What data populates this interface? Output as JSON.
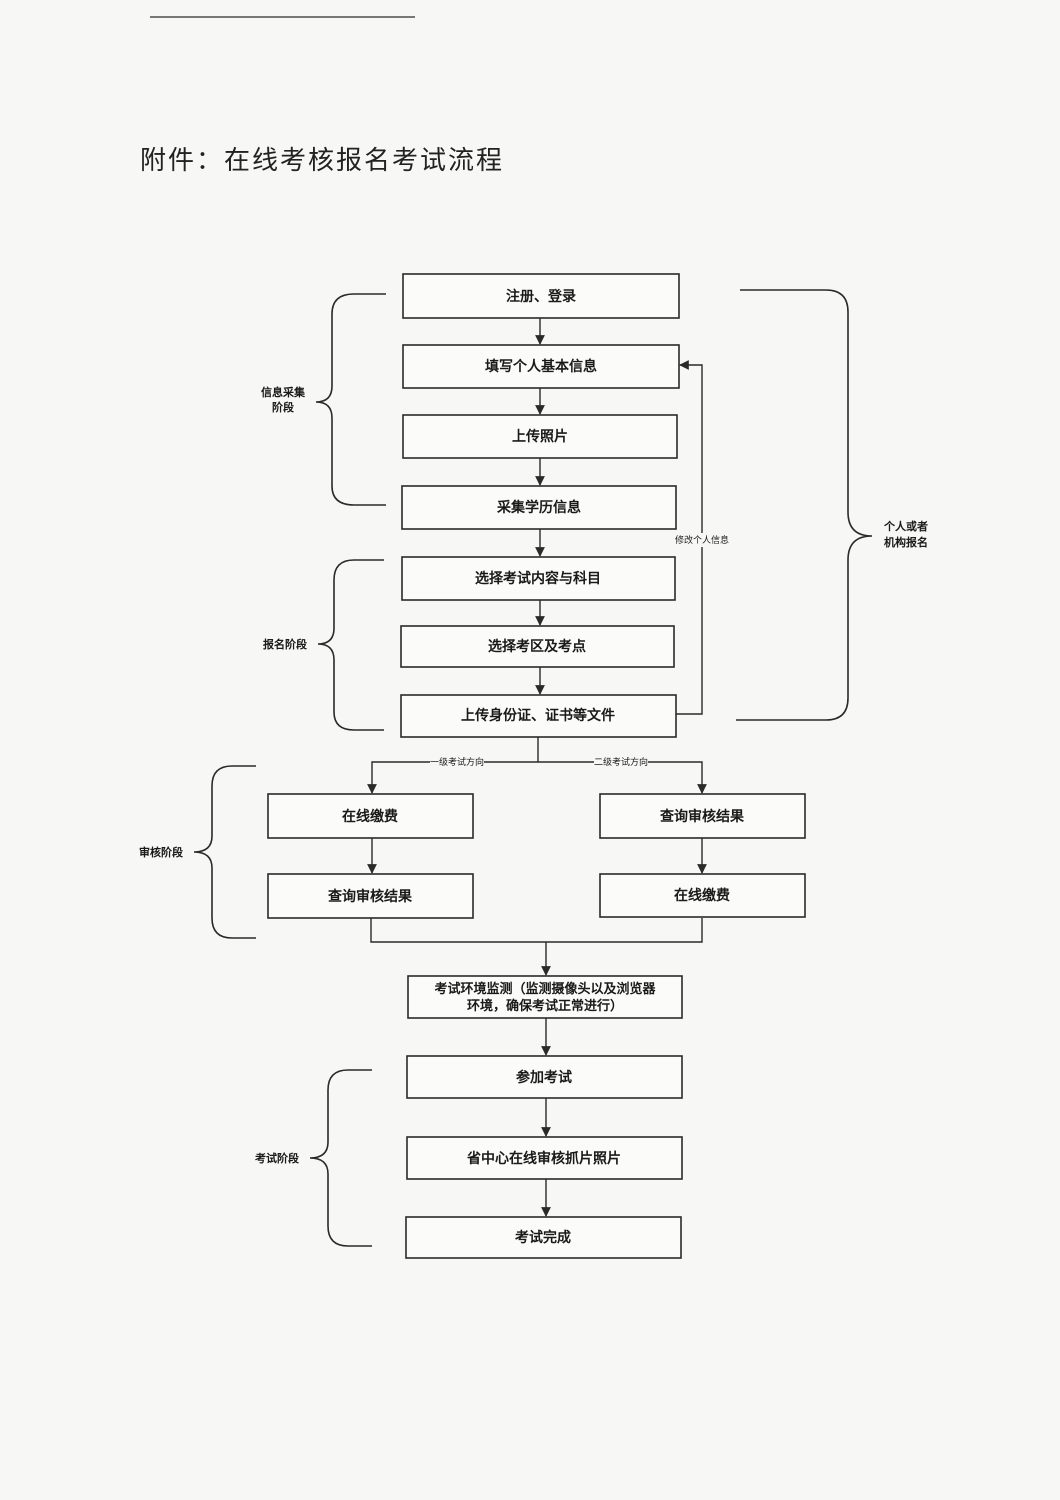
{
  "title": "附件：在线考核报名考试流程",
  "nodes": {
    "register": "注册、登录",
    "fill_info": "填写个人基本信息",
    "upload_photo": "上传照片",
    "collect_edu": "采集学历信息",
    "choose_subject": "选择考试内容与科目",
    "choose_site": "选择考区及考点",
    "upload_docs": "上传身份证、证书等文件",
    "pay_left": "在线缴费",
    "query_left": "查询审核结果",
    "query_right": "查询审核结果",
    "pay_right": "在线缴费",
    "env_check_1": "考试环境监测（监测摄像头以及浏览器",
    "env_check_2": "环境，确保考试正常进行）",
    "take_exam": "参加考试",
    "provincial_review": "省中心在线审核抓片照片",
    "exam_done": "考试完成"
  },
  "labels": {
    "info_stage_1": "信息采集",
    "info_stage_2": "阶段",
    "signup_stage": "报名阶段",
    "review_stage": "审核阶段",
    "exam_stage": "考试阶段",
    "personal_1": "个人或者",
    "personal_2": "机构报名",
    "modify_info": "修改个人信息",
    "level1_dir": "一级考试方向",
    "level2_dir": "二级考试方向"
  }
}
